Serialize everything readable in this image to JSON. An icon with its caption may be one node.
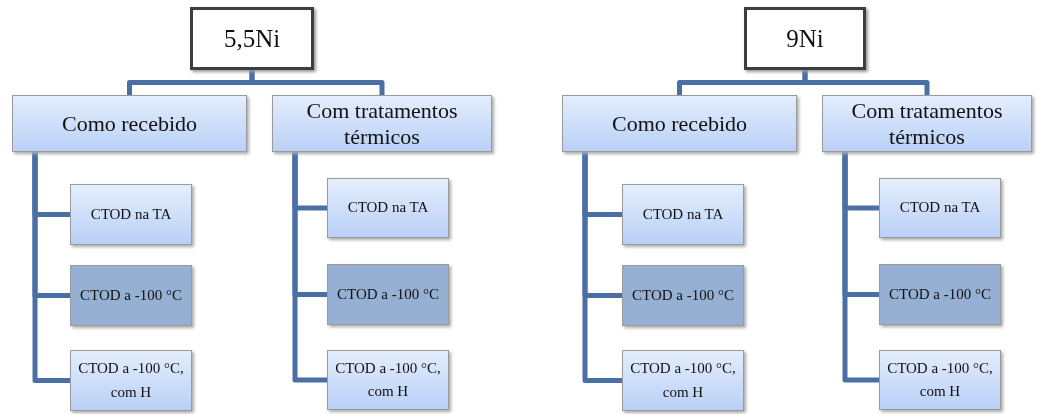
{
  "diagram": {
    "nodes": [
      {
        "text": [
          "5,5Ni"
        ]
      },
      {
        "text": [
          "Como recebido"
        ]
      },
      {
        "text": [
          "Com tratamentos térmicos"
        ]
      },
      {
        "text": [
          "CTOD na TA"
        ]
      },
      {
        "text": [
          "CTOD a -100 °C"
        ]
      },
      {
        "text": [
          "CTOD a -100 °C, com H"
        ]
      },
      {
        "text": [
          "CTOD na TA"
        ]
      },
      {
        "text": [
          "CTOD a -100 °C"
        ]
      },
      {
        "text": [
          "CTOD a -100 °C, com H"
        ]
      },
      {
        "text": [
          "9Ni"
        ]
      },
      {
        "text": [
          "Como recebido"
        ]
      },
      {
        "text": [
          "Com tratamentos térmicos"
        ]
      },
      {
        "text": [
          "CTOD na TA"
        ]
      },
      {
        "text": [
          "CTOD a -100 °C"
        ]
      },
      {
        "text": [
          "CTOD a -100 °C, com H"
        ]
      },
      {
        "text": [
          "CTOD na TA"
        ]
      },
      {
        "text": [
          "CTOD a -100 °C"
        ]
      },
      {
        "text": [
          "CTOD a -100 °C, com H"
        ]
      }
    ],
    "edges": [
      {
        "from": 0,
        "to": 1,
        "arrow": "none"
      },
      {
        "from": 0,
        "to": 2,
        "arrow": "none"
      },
      {
        "from": 1,
        "to": 3,
        "arrow": "none"
      },
      {
        "from": 1,
        "to": 4,
        "arrow": "none"
      },
      {
        "from": 1,
        "to": 5,
        "arrow": "none"
      },
      {
        "from": 2,
        "to": 6,
        "arrow": "none"
      },
      {
        "from": 2,
        "to": 7,
        "arrow": "none"
      },
      {
        "from": 2,
        "to": 8,
        "arrow": "none"
      },
      {
        "from": 9,
        "to": 10,
        "arrow": "none"
      },
      {
        "from": 9,
        "to": 11,
        "arrow": "none"
      },
      {
        "from": 10,
        "to": 12,
        "arrow": "none"
      },
      {
        "from": 10,
        "to": 13,
        "arrow": "none"
      },
      {
        "from": 10,
        "to": 14,
        "arrow": "none"
      },
      {
        "from": 11,
        "to": 15,
        "arrow": "none"
      },
      {
        "from": 11,
        "to": 16,
        "arrow": "none"
      },
      {
        "from": 11,
        "to": 17,
        "arrow": "none"
      }
    ]
  }
}
